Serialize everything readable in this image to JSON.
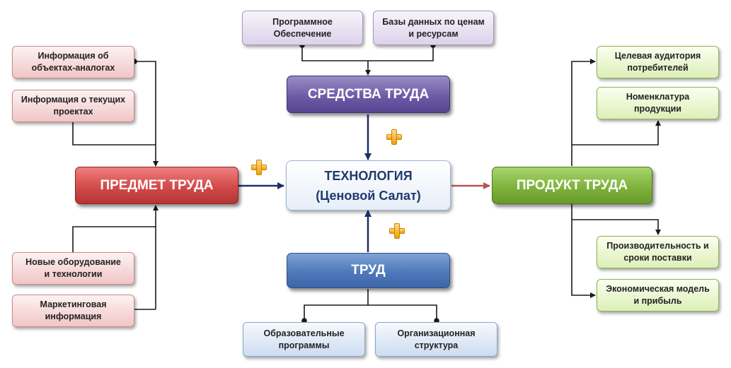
{
  "left_top": [
    "Информация об\nобъектах-аналогах",
    "Информация о текущих\nпроектах"
  ],
  "left_bottom": [
    "Новые оборудование\nи технологии",
    "Маркетинговая\nинформация"
  ],
  "top": [
    "Программное\nОбеспечение",
    "Базы данных по ценам\nи ресурсам"
  ],
  "bottom": [
    "Образовательные\nпрограммы",
    "Организационная\nструктура"
  ],
  "right_top": [
    "Целевая аудитория\nпотребителей",
    "Номенклатура\nпродукции"
  ],
  "right_bottom": [
    "Производительность и\nсроки поставки",
    "Экономическая модель\nи прибыль"
  ],
  "main": {
    "subject": "ПРЕДМЕТ ТРУДА",
    "means": "СРЕДСТВА ТРУДА",
    "labor": "ТРУД",
    "product": "ПРОДУКТ ТРУДА",
    "technology": "ТЕХНОЛОГИЯ\n(Ценовой Салат)"
  },
  "colors": {
    "connector": "#1a1a1a",
    "arrow_main": "#1f2f6b",
    "arrow_product": "#b85450",
    "plus_icon": "#f0a000"
  }
}
